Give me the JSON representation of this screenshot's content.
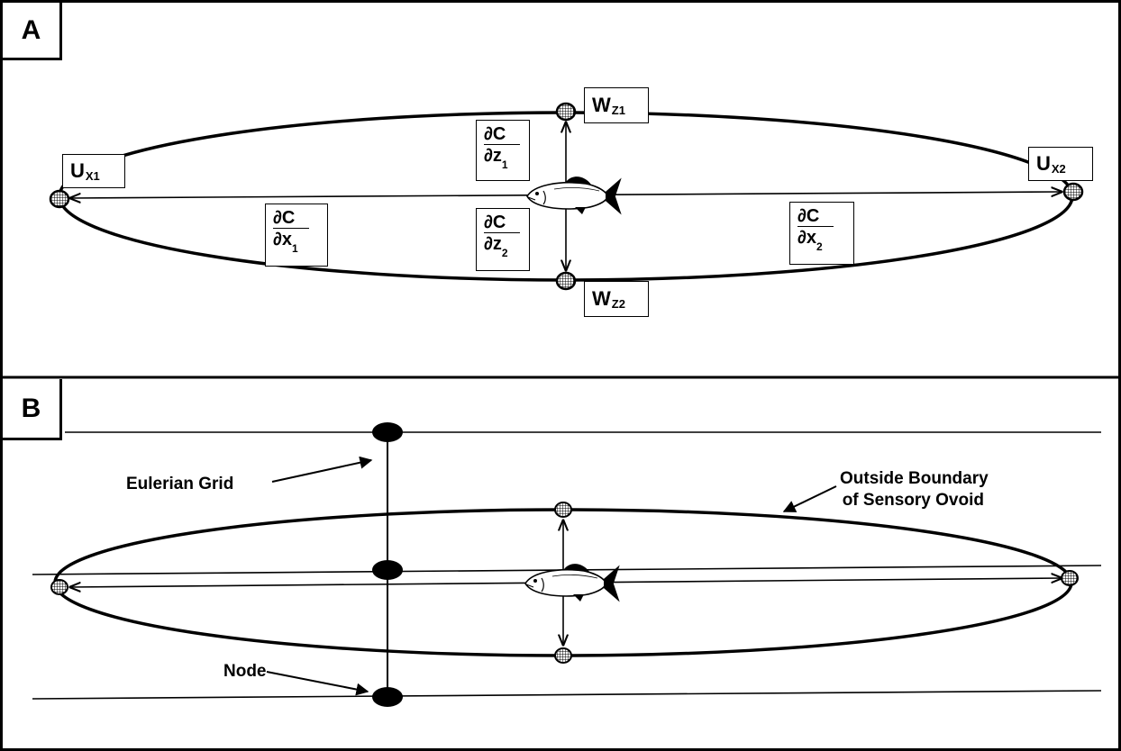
{
  "panels": {
    "a": {
      "label": "A"
    },
    "b": {
      "label": "B"
    }
  },
  "panel_a": {
    "velocity_labels": {
      "ux1": {
        "main": "U",
        "sub": "X1"
      },
      "ux2": {
        "main": "U",
        "sub": "X2"
      },
      "wz1": {
        "main": "W",
        "sub": "Z1"
      },
      "wz2": {
        "main": "W",
        "sub": "Z2"
      }
    },
    "gradients": {
      "dz1": {
        "num": "∂C",
        "den": "∂z",
        "den_sub": "1"
      },
      "dz2": {
        "num": "∂C",
        "den": "∂z",
        "den_sub": "2"
      },
      "dx1": {
        "num": "∂C",
        "den": "∂x",
        "den_sub": "1"
      },
      "dx2": {
        "num": "∂C",
        "den": "∂x",
        "den_sub": "2"
      }
    }
  },
  "panel_b": {
    "callouts": {
      "eulerian_grid": "Eulerian Grid",
      "outside_boundary_line1": "Outside Boundary",
      "outside_boundary_line2": "of Sensory Ovoid",
      "node": "Node"
    }
  },
  "colors": {
    "ink": "#000000",
    "background": "#ffffff"
  },
  "icons": {
    "fish": "fish-icon",
    "sensor_node": "hatched-node-icon",
    "grid_node": "grid-node-icon"
  }
}
